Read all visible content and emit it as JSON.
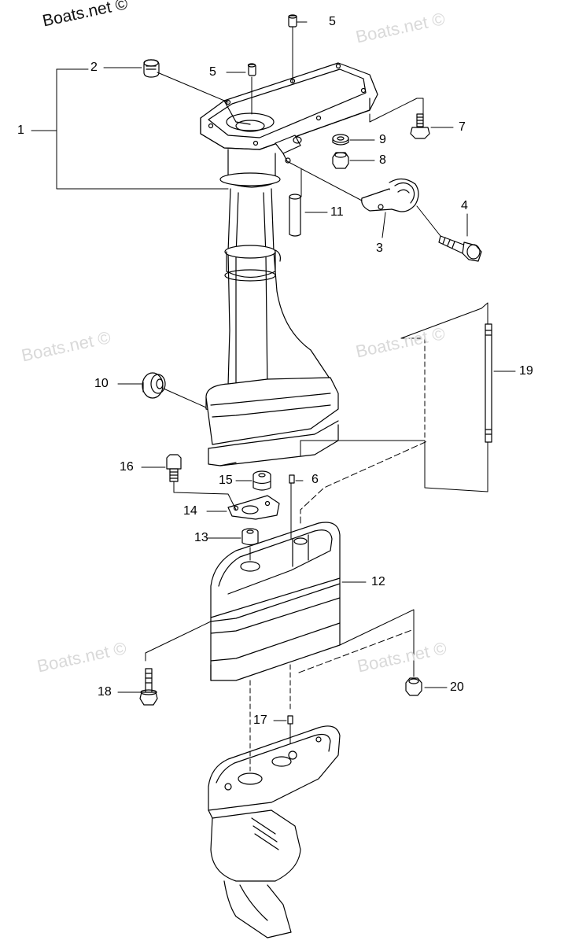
{
  "watermark": {
    "text": "Boats.net ©"
  },
  "callouts": [
    {
      "id": "1",
      "label": "1"
    },
    {
      "id": "2",
      "label": "2"
    },
    {
      "id": "3",
      "label": "3"
    },
    {
      "id": "4",
      "label": "4"
    },
    {
      "id": "5a",
      "label": "5"
    },
    {
      "id": "5b",
      "label": "5"
    },
    {
      "id": "6",
      "label": "6"
    },
    {
      "id": "7",
      "label": "7"
    },
    {
      "id": "8",
      "label": "8"
    },
    {
      "id": "9",
      "label": "9"
    },
    {
      "id": "10",
      "label": "10"
    },
    {
      "id": "11",
      "label": "11"
    },
    {
      "id": "12",
      "label": "12"
    },
    {
      "id": "13",
      "label": "13"
    },
    {
      "id": "14",
      "label": "14"
    },
    {
      "id": "15",
      "label": "15"
    },
    {
      "id": "16",
      "label": "16"
    },
    {
      "id": "17",
      "label": "17"
    },
    {
      "id": "18",
      "label": "18"
    },
    {
      "id": "19",
      "label": "19"
    },
    {
      "id": "20",
      "label": "20"
    }
  ]
}
